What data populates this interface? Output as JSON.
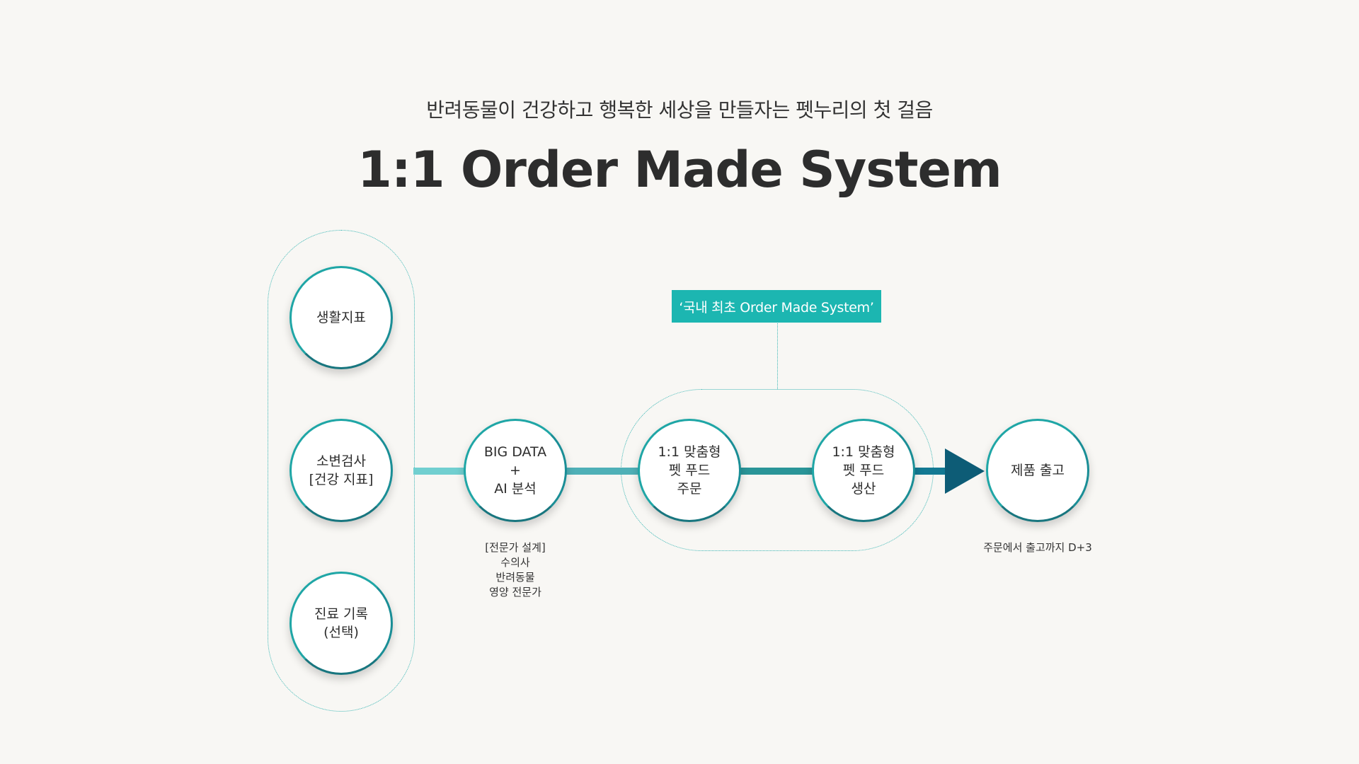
{
  "header": {
    "subtitle": "반려동물이 건강하고 행복한 세상을 만들자는 펫누리의 첫 걸음",
    "title": "1:1 Order Made System"
  },
  "badge": {
    "label": "‘국내 최초 Order Made System’"
  },
  "nodes": {
    "life_index": "생활지표",
    "urine_test": "소변검사\n[건강 지표]",
    "medical_record": "진료 기록\n(선택)",
    "big_data": "BIG DATA\n+\nAI 분석",
    "custom_order": "1:1 맞춤형\n펫 푸드\n주문",
    "custom_production": "1:1 맞춤형\n펫 푸드\n생산",
    "shipping": "제품 출고"
  },
  "notes": {
    "expert_design": "[전문가 설계]\n수의사\n반려동물\n영양 전문가",
    "delivery_time": "주문에서 출고까지 D+3"
  },
  "colors": {
    "background": "#f8f7f4",
    "accent": "#1cb6b1",
    "node_border": "#1fa6a6",
    "arrow_dark": "#0d5c76"
  }
}
